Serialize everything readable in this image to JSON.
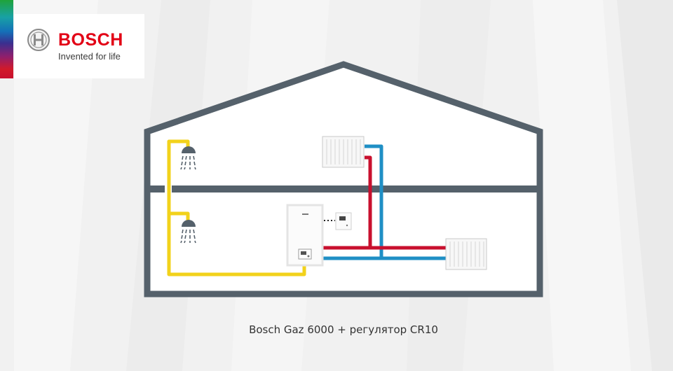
{
  "brand": {
    "name": "BOSCH",
    "tagline": "Invented for life",
    "red": "#e20015"
  },
  "caption": "Bosch Gaz 6000 + регулятор CR10",
  "colors": {
    "wall": "#55616b",
    "hot_water": "#f2d21b",
    "heating_supply": "#c8102e",
    "heating_return": "#1f8fc5"
  },
  "diagram": {
    "floors": [
      "upper",
      "lower"
    ],
    "components": [
      "shower-upper",
      "shower-lower",
      "radiator-upper",
      "radiator-lower",
      "boiler",
      "thermostat"
    ]
  }
}
